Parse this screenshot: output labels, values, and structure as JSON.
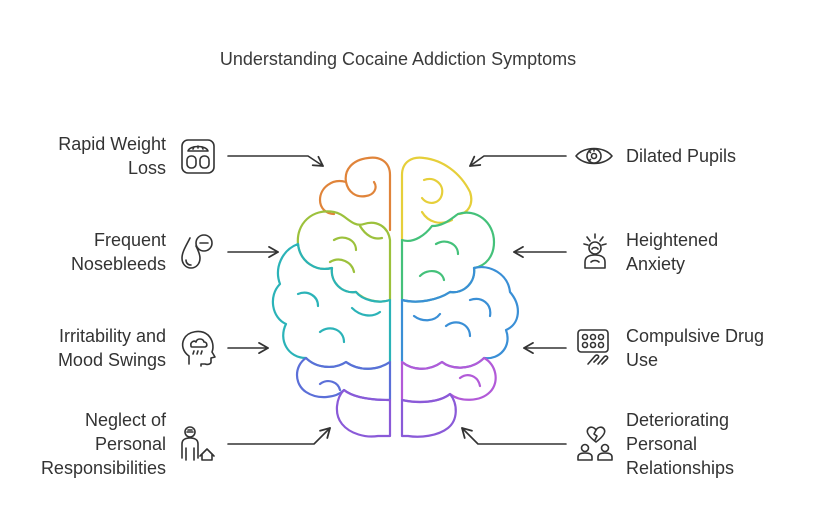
{
  "title": "Understanding Cocaine Addiction Symptoms",
  "left_items": [
    {
      "lines": [
        "Rapid Weight",
        "Loss"
      ],
      "icon": "scale-icon"
    },
    {
      "lines": [
        "Frequent",
        "Nosebleeds"
      ],
      "icon": "blood-drop-icon"
    },
    {
      "lines": [
        "Irritability and",
        "Mood Swings"
      ],
      "icon": "head-cloud-icon"
    },
    {
      "lines": [
        "Neglect of",
        "Personal",
        "Responsibilities"
      ],
      "icon": "person-house-icon"
    }
  ],
  "right_items": [
    {
      "lines": [
        "Dilated Pupils"
      ],
      "icon": "eye-icon"
    },
    {
      "lines": [
        "Heightened",
        "Anxiety"
      ],
      "icon": "anxious-person-icon"
    },
    {
      "lines": [
        "Compulsive Drug",
        "Use"
      ],
      "icon": "pill-pack-icon"
    },
    {
      "lines": [
        "Deteriorating",
        "Personal",
        "Relationships"
      ],
      "icon": "broken-heart-couple-icon"
    }
  ],
  "colors": {
    "orange": "#e0843a",
    "yellow": "#e6cf3a",
    "lime": "#9cc13c",
    "green": "#44c17a",
    "teal": "#2bb3b8",
    "blue": "#3a8fd6",
    "indigo": "#5b6fd8",
    "violet": "#8a5ad8",
    "purple": "#b25ad8"
  }
}
